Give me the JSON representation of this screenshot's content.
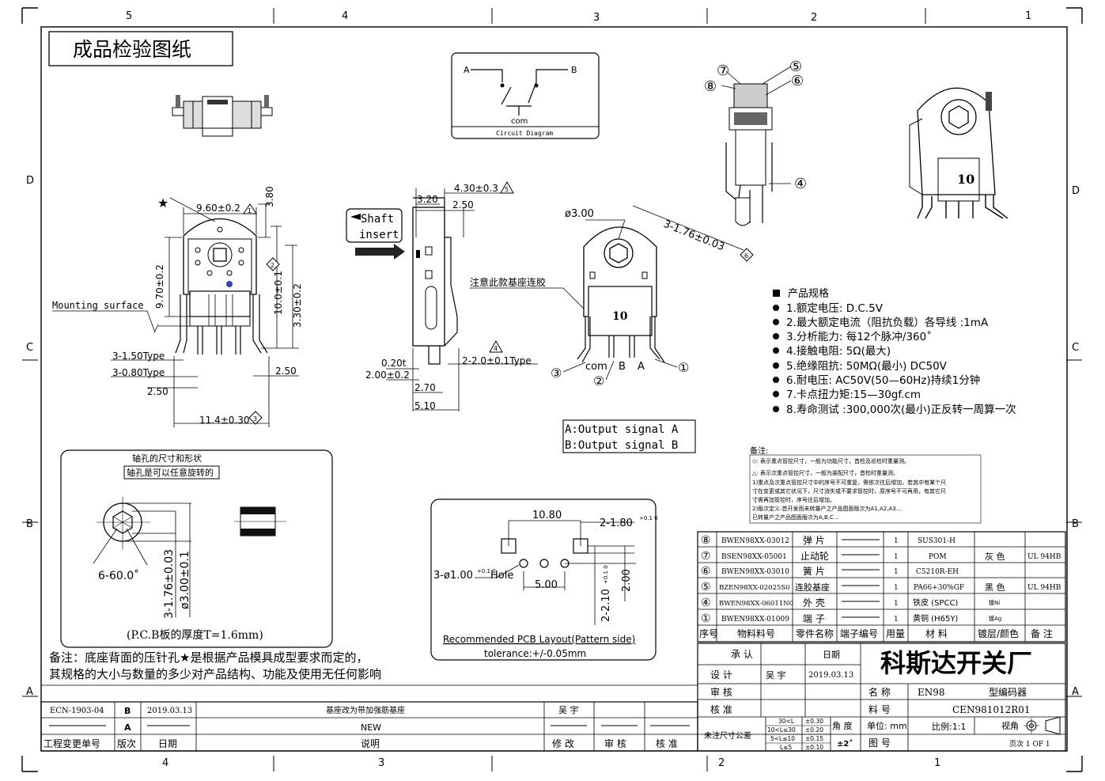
{
  "border": {
    "top_cols": [
      "5",
      "4",
      "3",
      "2",
      "1"
    ],
    "bottom_cols": [
      "4",
      "3",
      "2",
      "1"
    ],
    "rows_left": [
      "D",
      "C",
      "B",
      "A"
    ],
    "rows_right": [
      "D",
      "C",
      "B",
      "A"
    ]
  },
  "title": "成品检验图纸",
  "circuit": {
    "a": "A",
    "b": "B",
    "com": "com",
    "caption": "Circuit Diagram"
  },
  "front_view": {
    "dim_width": "9.60±0.2",
    "dim_top": "3.80",
    "dim_h1": "9.70±0.2",
    "dim_h2": "10.0±0.1",
    "dim_h3": "3.30±0.2",
    "mount_label": "Mounting surface",
    "type1": "3-1.50Type",
    "type2": "3-0.80Type",
    "dim_250a": "2.50",
    "dim_250b": "2.50",
    "dim_total": "11.4±0.30",
    "tri1": "1",
    "dia2": "2",
    "dia3": "3",
    "star": "★"
  },
  "side_view": {
    "shaft_label1": "Shaft",
    "shaft_label2": "insert",
    "dim_430": "4.30±0.3",
    "dim_320": "3.20",
    "dim_250": "2.50",
    "dim_020": "0.20t",
    "dim_200": "2.00±0.2",
    "dim_270": "2.70",
    "dim_510": "5.10",
    "dim_type": "2-2.0±0.1Type",
    "tri4": "4",
    "tri5": "5",
    "note": "注意此款基座连胶"
  },
  "top_view": {
    "dim_dia": "ø3.00",
    "dim_hex": "3-1.76±0.03",
    "tri6": "6",
    "number": "10",
    "pin_com": "com",
    "pin_b": "B",
    "pin_a": "A",
    "c1": "①",
    "c2": "②",
    "c3": "③"
  },
  "output_signals": {
    "a": "A:Output signal A",
    "b": "B:Output signal B"
  },
  "exploded": {
    "c4": "④",
    "c5": "⑤",
    "c6": "⑥",
    "c7": "⑦",
    "c8": "⑧"
  },
  "specs": {
    "header": "产品规格",
    "items": [
      "1.额定电压: D.C.5V",
      "2.最大额定电流（阻抗负载）各导线 :1mA",
      "3.分析能力: 每12个脉冲/360˚",
      "4.接触电阻: 5Ω(最大)",
      "5.绝缘阻抗: 50MΩ(最小) DC50V",
      "6.耐电压: AC50V(50—60Hz)持续1分钟",
      "7.卡点扭力矩:15—30gf.cm",
      "8.寿命测试 :300,000次(最小)正反转一周算一次"
    ]
  },
  "shaft_hole": {
    "title": "轴孔的尺寸和形状",
    "subtitle": "轴孔是可以任意旋转的",
    "angle": "6-60.0˚",
    "dim_hex": "3-1.76±0.03",
    "dim_dia": "ø3.00±0.1",
    "pcb_thickness": "(P.C.B板的厚度T=1.6mm)"
  },
  "pcb": {
    "dim_1080": "10.80",
    "dim_180": "2-1.80",
    "tol_180": "+0.1 0",
    "hole": "3-ø1.00",
    "hole_tol": "+0.1 0",
    "hole_word": "Hole",
    "dim_500": "5.00",
    "dim_200": "2.00",
    "dim_210": "2-2.10",
    "tol_210": "+0.1 0",
    "caption": "Recommended PCB Layout(Pattern side)",
    "tolerance": "tolerance:+/-0.05mm"
  },
  "notes_remark": {
    "title": "备注:",
    "lines": [
      "◇: 表示重点管控尺寸，一般为功能尺寸，首检及巡检时重量测。",
      "△: 表示次重点管控尺寸，一般为装配尺寸，首检时重量测。",
      "1)重点及次重点管控尺寸中的序号不可重复，需依次往后增加，若其中有某个尺",
      "寸在变更或其它状况下，尺寸消失或不要求管控时，原序号不可再用，有其它尺",
      "寸需再加管控时，序号往后增加。",
      "2)版次定义:首开发而未转量产之产品图面版次为A1,A2,A3...",
      "已转量产之产品图面版次为A,B,C..."
    ]
  },
  "bottom_note": [
    "备注：底座背面的压针孔★是根据产品模具成型要求而定的，",
    "其规格的大小与数量的多少对产品结构、功能及使用无任何影响"
  ],
  "bom": {
    "rows": [
      {
        "no": "⑧",
        "part": "BWEN98XX-03012",
        "name": "弹 片",
        "qty": "1",
        "mat": "SUS301-H",
        "color": "",
        "remark": ""
      },
      {
        "no": "⑦",
        "part": "BSEN98XX-05001",
        "name": "止动轮",
        "qty": "1",
        "mat": "POM",
        "color": "灰 色",
        "remark": "UL 94HB"
      },
      {
        "no": "⑥",
        "part": "BWEN98XX-03010",
        "name": "簧 片",
        "qty": "1",
        "mat": "C5210R-EH",
        "color": "",
        "remark": ""
      },
      {
        "no": "⑤",
        "part": "BZEN98XX-02025S0",
        "name": "连胶基座",
        "qty": "1",
        "mat": "PA66+30%GF",
        "color": "黑 色",
        "remark": "UL 94HB"
      },
      {
        "no": "④",
        "part": "BWEN98XX-06011N0",
        "name": "外 壳",
        "qty": "1",
        "mat": "铁皮 (SPCC)",
        "color": "镀Ni",
        "remark": ""
      },
      {
        "no": "①",
        "part": "BWEN98XX-01009",
        "name": "端 子",
        "qty": "1",
        "mat": "黄铜 (H65Y)",
        "color": "镀Ag",
        "remark": ""
      }
    ],
    "headers": [
      "序号",
      "物料料号",
      "零件名称",
      "端子编号",
      "用量",
      "材 料",
      "镀层/颜色",
      "备 注"
    ]
  },
  "titleblock": {
    "approve": "承 认",
    "date_label": "日期",
    "design": "设 计",
    "designer": "吴 宇",
    "design_date": "2019.03.13",
    "check": "审 核",
    "verify": "核 准",
    "company": "科斯达开关厂",
    "name_label": "名 称",
    "name_value": "EN98",
    "name_suffix": "型编码器",
    "part_label": "料 号",
    "part_value": "CEN981012R01",
    "tol_label": "未注尺寸公差",
    "tol_rows": [
      [
        "30<L",
        "±0.30"
      ],
      [
        "10<L≤30",
        "±0.20"
      ],
      [
        "5<L≤10",
        "±0.15"
      ],
      [
        "L≤5",
        "±0.10"
      ]
    ],
    "angle_label": "角 度",
    "angle_value": "±2˚",
    "unit": "单位: mm",
    "scale": "比例:1:1",
    "view": "视角",
    "drawing_no": "图 号",
    "page": "页次 1 OF 1"
  },
  "revisions": {
    "rows": [
      {
        "ecn": "ECN-1903-04",
        "ver": "B",
        "date": "2019.03.13",
        "desc": "基座改为带加强筋基座",
        "by": "吴 宇",
        "chk": "",
        "appr": ""
      },
      {
        "ecn": "",
        "ver": "A",
        "date": "",
        "desc": "NEW",
        "by": "",
        "chk": "",
        "appr": ""
      }
    ],
    "headers": [
      "工程变更单号",
      "版次",
      "日期",
      "说明",
      "修 改",
      "审 核",
      "核 准"
    ]
  }
}
